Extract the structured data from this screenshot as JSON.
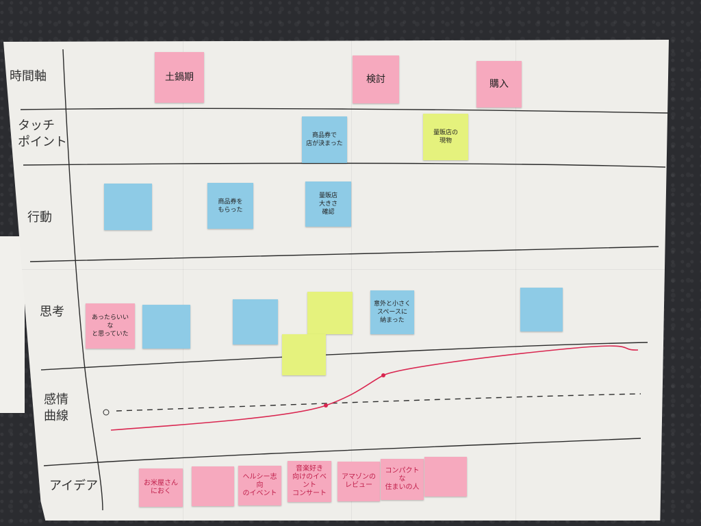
{
  "colors": {
    "pink": "#f6a9be",
    "blue": "#8ecbe6",
    "green": "#e5f27d",
    "emotion_curve": "#d92650"
  },
  "rows": [
    {
      "id": "time",
      "label": "時間軸"
    },
    {
      "id": "touch",
      "label": "タッチ\nポイント"
    },
    {
      "id": "action",
      "label": "行動"
    },
    {
      "id": "thought",
      "label": "思考"
    },
    {
      "id": "emotion",
      "label": "感情\n曲線"
    },
    {
      "id": "idea",
      "label": "アイデア"
    }
  ],
  "notes": [
    {
      "row": "time",
      "color": "pink",
      "text": "土鍋期"
    },
    {
      "row": "time",
      "color": "pink",
      "text": "検討"
    },
    {
      "row": "time",
      "color": "pink",
      "text": "購入"
    },
    {
      "row": "touch",
      "color": "blue",
      "text": "商品券で\n店が決まった"
    },
    {
      "row": "touch",
      "color": "green",
      "text": "量販店の\n現物"
    },
    {
      "row": "action",
      "color": "blue",
      "text": ""
    },
    {
      "row": "action",
      "color": "blue",
      "text": "商品券を\nもらった"
    },
    {
      "row": "action",
      "color": "blue",
      "text": "量販店\n大きさ\n確認"
    },
    {
      "row": "thought",
      "color": "pink",
      "text": "あったらいいな\nと思っていた"
    },
    {
      "row": "thought",
      "color": "blue",
      "text": ""
    },
    {
      "row": "thought",
      "color": "blue",
      "text": ""
    },
    {
      "row": "thought",
      "color": "green",
      "text": ""
    },
    {
      "row": "thought",
      "color": "green",
      "text": ""
    },
    {
      "row": "thought",
      "color": "blue",
      "text": "意外と小さく\nスペースに\n納まった"
    },
    {
      "row": "thought",
      "color": "blue",
      "text": ""
    },
    {
      "row": "idea",
      "color": "pink",
      "text": "お米屋さん\nにおく"
    },
    {
      "row": "idea",
      "color": "pink",
      "text": ""
    },
    {
      "row": "idea",
      "color": "pink",
      "text": "ヘルシー志向\nのイベント"
    },
    {
      "row": "idea",
      "color": "pink",
      "text": "音楽好き\n向けのイベント\nコンサート"
    },
    {
      "row": "idea",
      "color": "pink",
      "text": "アマゾンの\nレビュー"
    },
    {
      "row": "idea",
      "color": "pink",
      "text": "コンパクトな\n住まいの人"
    },
    {
      "row": "idea",
      "color": "pink",
      "text": ""
    }
  ],
  "emotion_curve": {
    "baseline_label": "0"
  }
}
